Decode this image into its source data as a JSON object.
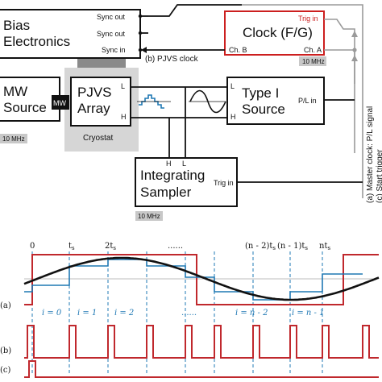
{
  "blocks": {
    "bias": {
      "title_line1": "Bias",
      "title_line2": "Electronics",
      "port_sync_out_1": "Sync out",
      "port_sync_out_2": "Sync out",
      "port_sync_in": "Sync in"
    },
    "clock": {
      "title": "Clock (F/G)",
      "port_trig_in": "Trig in",
      "port_ch_b": "Ch. B",
      "port_ch_a": "Ch. A",
      "ref_tag": "10 MHz"
    },
    "mw": {
      "title_line1": "MW",
      "title_line2": "Source",
      "port": "MW",
      "ref_tag": "10 MHz"
    },
    "pjvs": {
      "title_line1": "PJVS",
      "title_line2": "Array",
      "port_l": "L",
      "port_h": "H",
      "cryostat_label": "Cryostat"
    },
    "typei": {
      "title_line1": "Type I",
      "title_line2": "Source",
      "port_l": "L",
      "port_h": "H",
      "port_pl_in": "P/L in"
    },
    "sampler": {
      "title_line1": "Integrating",
      "title_line2": "Sampler",
      "port_h": "H",
      "port_l": "L",
      "port_trig_in": "Trig in",
      "ref_tag": "10 MHz"
    }
  },
  "signals": {
    "pjvs_clock": "(b) PJVS clock",
    "master_clock": "(a) Master clock: P/L signal",
    "start_trigger": "(c) Start trigger"
  },
  "timing": {
    "top_labels": [
      "0",
      "t",
      "2t",
      "......",
      "(n - 2)t",
      "(n - 1)t",
      "nt"
    ],
    "sub": "s",
    "index_labels": [
      "i = 0",
      "i = 1",
      "i = 2",
      "......",
      "i = n - 2",
      "i = n - 1"
    ],
    "row_labels": [
      "(a)",
      "(b)",
      "(c)"
    ],
    "colors": {
      "sine": "#111111",
      "steps": "#1f78b4",
      "clock": "#c0282d"
    }
  }
}
